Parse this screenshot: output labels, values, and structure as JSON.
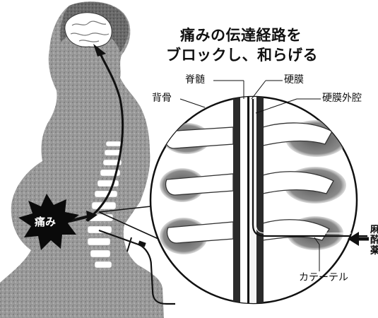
{
  "title": {
    "line1": "痛みの伝達経路を",
    "line2": "ブロックし、和らげる"
  },
  "labels": {
    "spinal_cord": "脊髄",
    "dura": "硬膜",
    "back_bone": "背骨",
    "epidural_space": "硬膜外腔",
    "catheter": "カテーテル",
    "pain": "痛み",
    "anesthetic": [
      "麻",
      "酔",
      "薬"
    ]
  },
  "icons": {
    "brain": "brain-icon",
    "pain_burst": "starburst-icon",
    "arrows": "arrow-icon"
  }
}
